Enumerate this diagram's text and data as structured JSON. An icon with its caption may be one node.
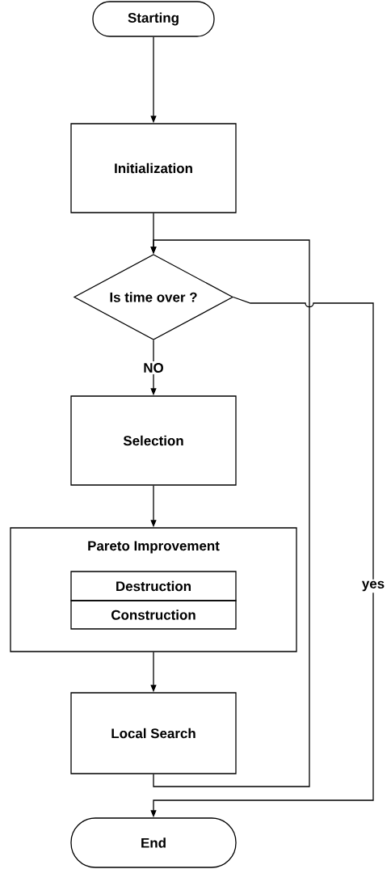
{
  "diagram": {
    "nodes": [
      {
        "text": [
          "Starting"
        ]
      },
      {
        "text": [
          "Initialization"
        ]
      },
      {
        "text": [
          "Is time over ?"
        ]
      },
      {
        "text": [
          "Selection"
        ]
      },
      {
        "text": [
          "Pareto Improvement"
        ]
      },
      {
        "text": [
          "Destruction"
        ],
        "in": 4
      },
      {
        "text": [
          "Construction"
        ],
        "in": 4
      },
      {
        "text": [
          "Local Search"
        ]
      },
      {
        "text": [
          "End"
        ]
      }
    ],
    "edges": [
      {
        "from": 0,
        "to": 1,
        "arrow": "to"
      },
      {
        "from": 1,
        "to": 2,
        "arrow": "to"
      },
      {
        "from": 2,
        "to": 3,
        "arrow": "to",
        "label": "NO"
      },
      {
        "from": 3,
        "to": 4,
        "arrow": "to"
      },
      {
        "from": 4,
        "to": 7,
        "arrow": "to"
      },
      {
        "from": 7,
        "to": 2,
        "arrow": "to"
      },
      {
        "from": 2,
        "to": 8,
        "arrow": "to",
        "label": "yes"
      }
    ]
  }
}
